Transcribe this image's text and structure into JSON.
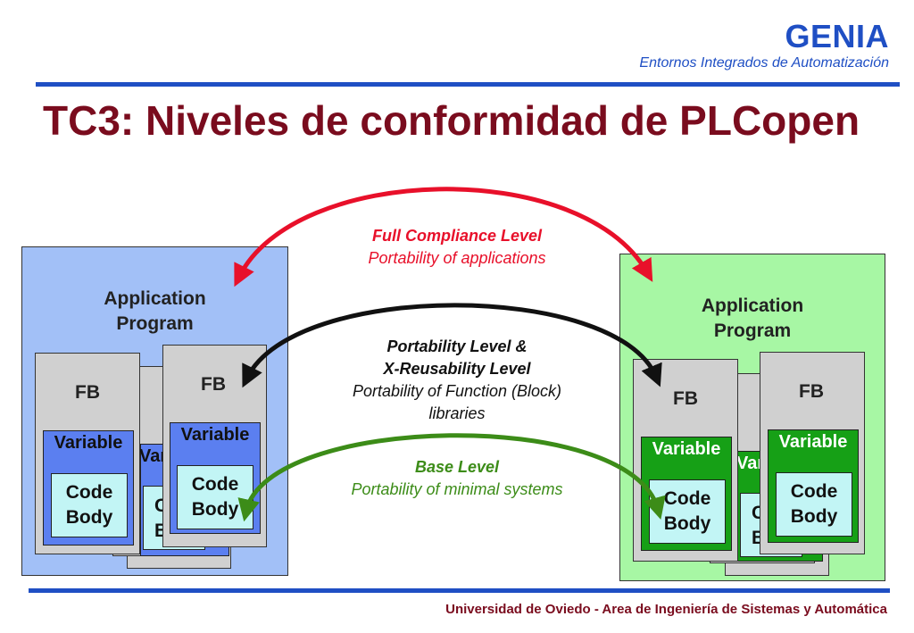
{
  "header": {
    "brand": "GENIA",
    "tagline": "Entornos Integrados de Automatización",
    "title": "TC3: Niveles de conformidad de PLCopen"
  },
  "footer": {
    "text": "Universidad de Oviedo - Area de Ingeniería de Sistemas y Automática"
  },
  "diagram": {
    "left_panel": {
      "title_line1": "Application",
      "title_line2": "Program",
      "fb_label": "FB",
      "variable_label": "Variable",
      "code_line1": "Code",
      "code_line2": "Body",
      "hidden_variable": "Vari",
      "hidden_code_line1": "C",
      "hidden_code_line2": "B"
    },
    "right_panel": {
      "title_line1": "Application",
      "title_line2": "Program",
      "fb_label": "FB",
      "variable_label": "Variable",
      "code_line1": "Code",
      "code_line2": "Body",
      "hidden_variable": "Vari",
      "hidden_code_line1": "C",
      "hidden_code_line2": "B"
    },
    "levels": {
      "full": {
        "title": "Full Compliance Level",
        "description": "Portability of applications",
        "color": "#e8102a"
      },
      "portability": {
        "title_line1": "Portability Level &",
        "title_line2": "X-Reusability Level",
        "description_line1": "Portability of Function (Block)",
        "description_line2": "libraries",
        "color": "#111111"
      },
      "base": {
        "title": "Base Level",
        "description": "Portability of minimal systems",
        "color": "#3c8c18"
      }
    }
  }
}
